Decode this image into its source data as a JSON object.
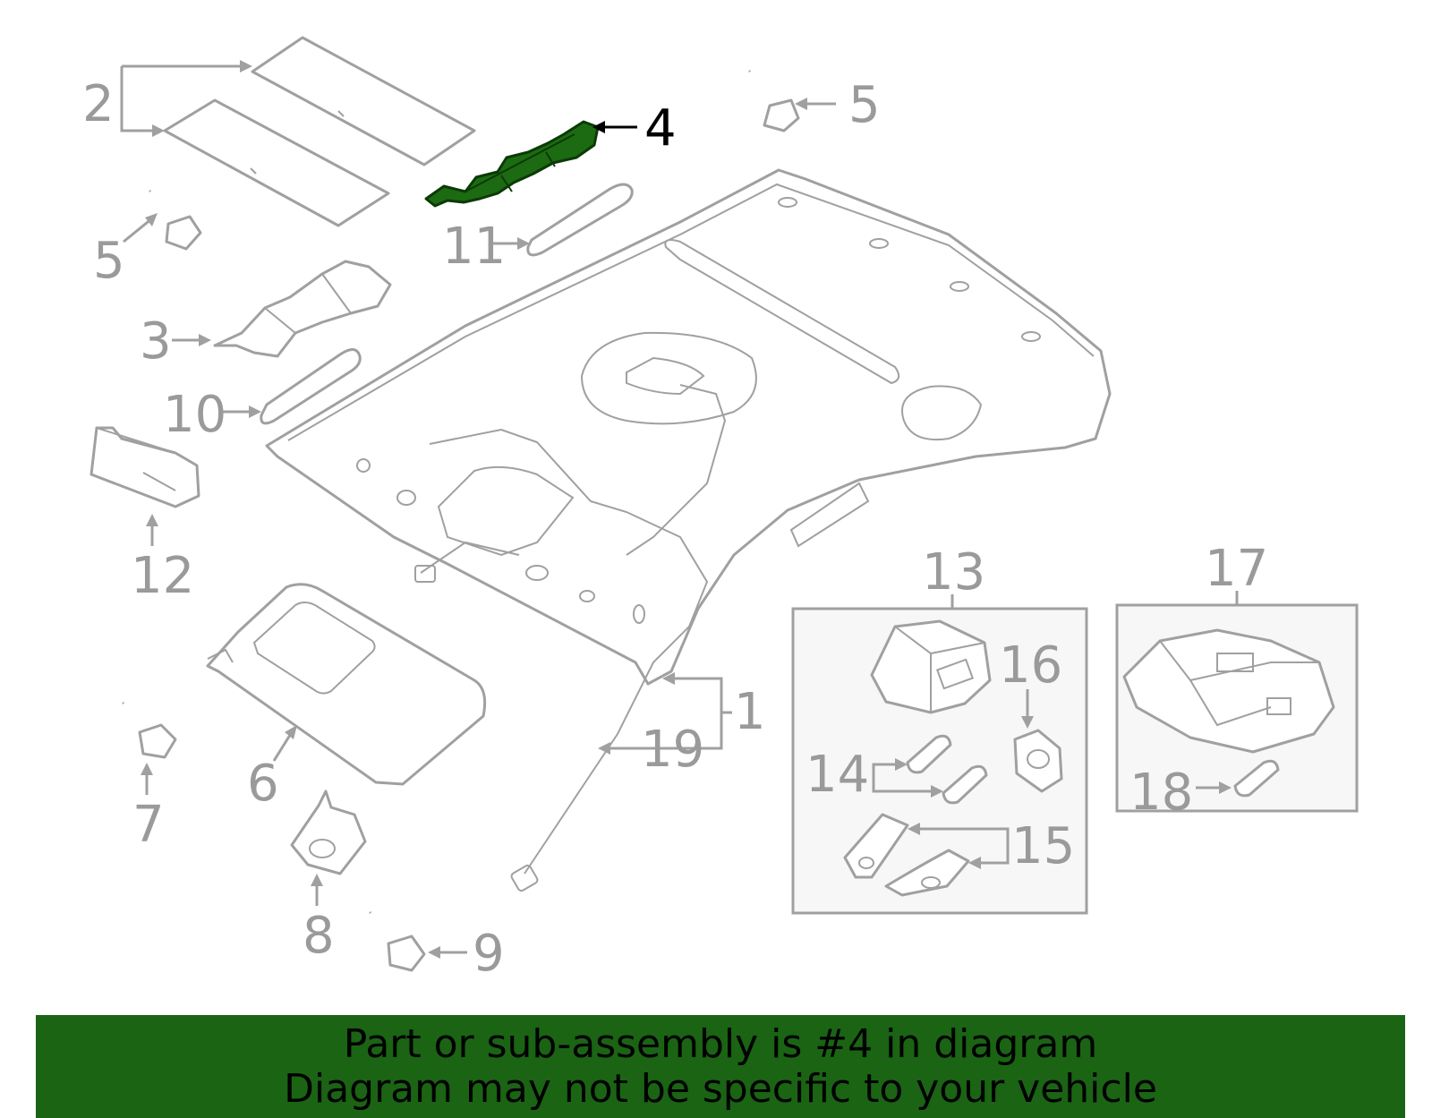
{
  "callouts": [
    {
      "id": "1",
      "text": "1"
    },
    {
      "id": "2",
      "text": "2"
    },
    {
      "id": "3",
      "text": "3"
    },
    {
      "id": "4",
      "text": "4"
    },
    {
      "id": "5a",
      "text": "5"
    },
    {
      "id": "5b",
      "text": "5"
    },
    {
      "id": "6",
      "text": "6"
    },
    {
      "id": "7",
      "text": "7"
    },
    {
      "id": "8",
      "text": "8"
    },
    {
      "id": "9",
      "text": "9"
    },
    {
      "id": "10",
      "text": "10"
    },
    {
      "id": "11",
      "text": "11"
    },
    {
      "id": "12",
      "text": "12"
    },
    {
      "id": "13",
      "text": "13"
    },
    {
      "id": "14",
      "text": "14"
    },
    {
      "id": "15",
      "text": "15"
    },
    {
      "id": "16",
      "text": "16"
    },
    {
      "id": "17",
      "text": "17"
    },
    {
      "id": "18",
      "text": "18"
    },
    {
      "id": "19",
      "text": "19"
    }
  ],
  "highlighted_part": "4",
  "colors": {
    "highlight": "#1c6b12",
    "banner": "#1a6414",
    "line": "#a0a0a0"
  },
  "banner": {
    "line1": "Part or sub-assembly is #4 in diagram",
    "line2": "Diagram may not be specific to your vehicle"
  }
}
